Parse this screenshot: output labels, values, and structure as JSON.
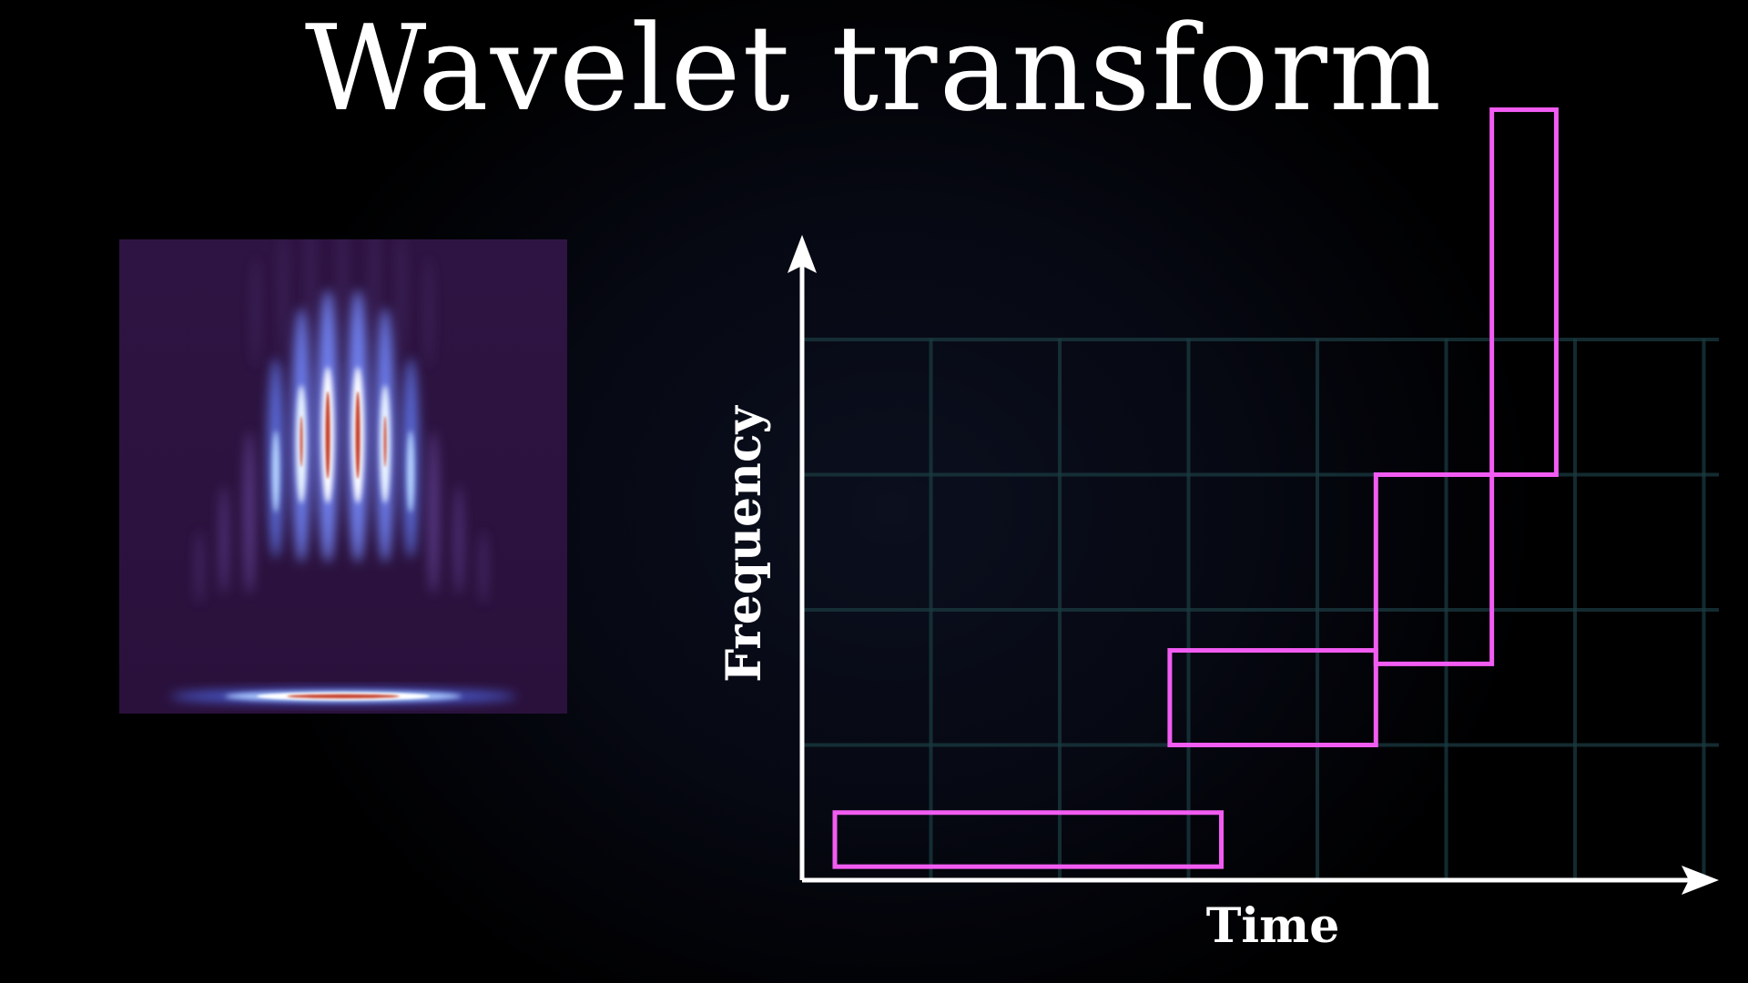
{
  "title": "Wavelet transform",
  "axes": {
    "x_label": "Time",
    "y_label": "Frequency"
  },
  "colors": {
    "background": "#000000",
    "grid": "#1a3a40",
    "axis": "#ffffff",
    "tile_outline": "#f25cf2",
    "scalogram_background": "#2c1240"
  },
  "tiles": [
    {
      "name": "low-frequency-tile",
      "time_start": 0.0,
      "time_end": 3.0,
      "freq_start": 0.1,
      "freq_end": 0.5
    },
    {
      "name": "mid-low-frequency-tile",
      "time_start": 2.6,
      "time_end": 4.2,
      "freq_start": 1.0,
      "freq_end": 1.7
    },
    {
      "name": "mid-high-frequency-tile",
      "time_start": 4.2,
      "time_end": 5.1,
      "freq_start": 1.6,
      "freq_end": 3.0
    },
    {
      "name": "high-frequency-tile",
      "time_start": 5.1,
      "time_end": 5.6,
      "freq_start": 3.0,
      "freq_end": 5.7
    }
  ]
}
